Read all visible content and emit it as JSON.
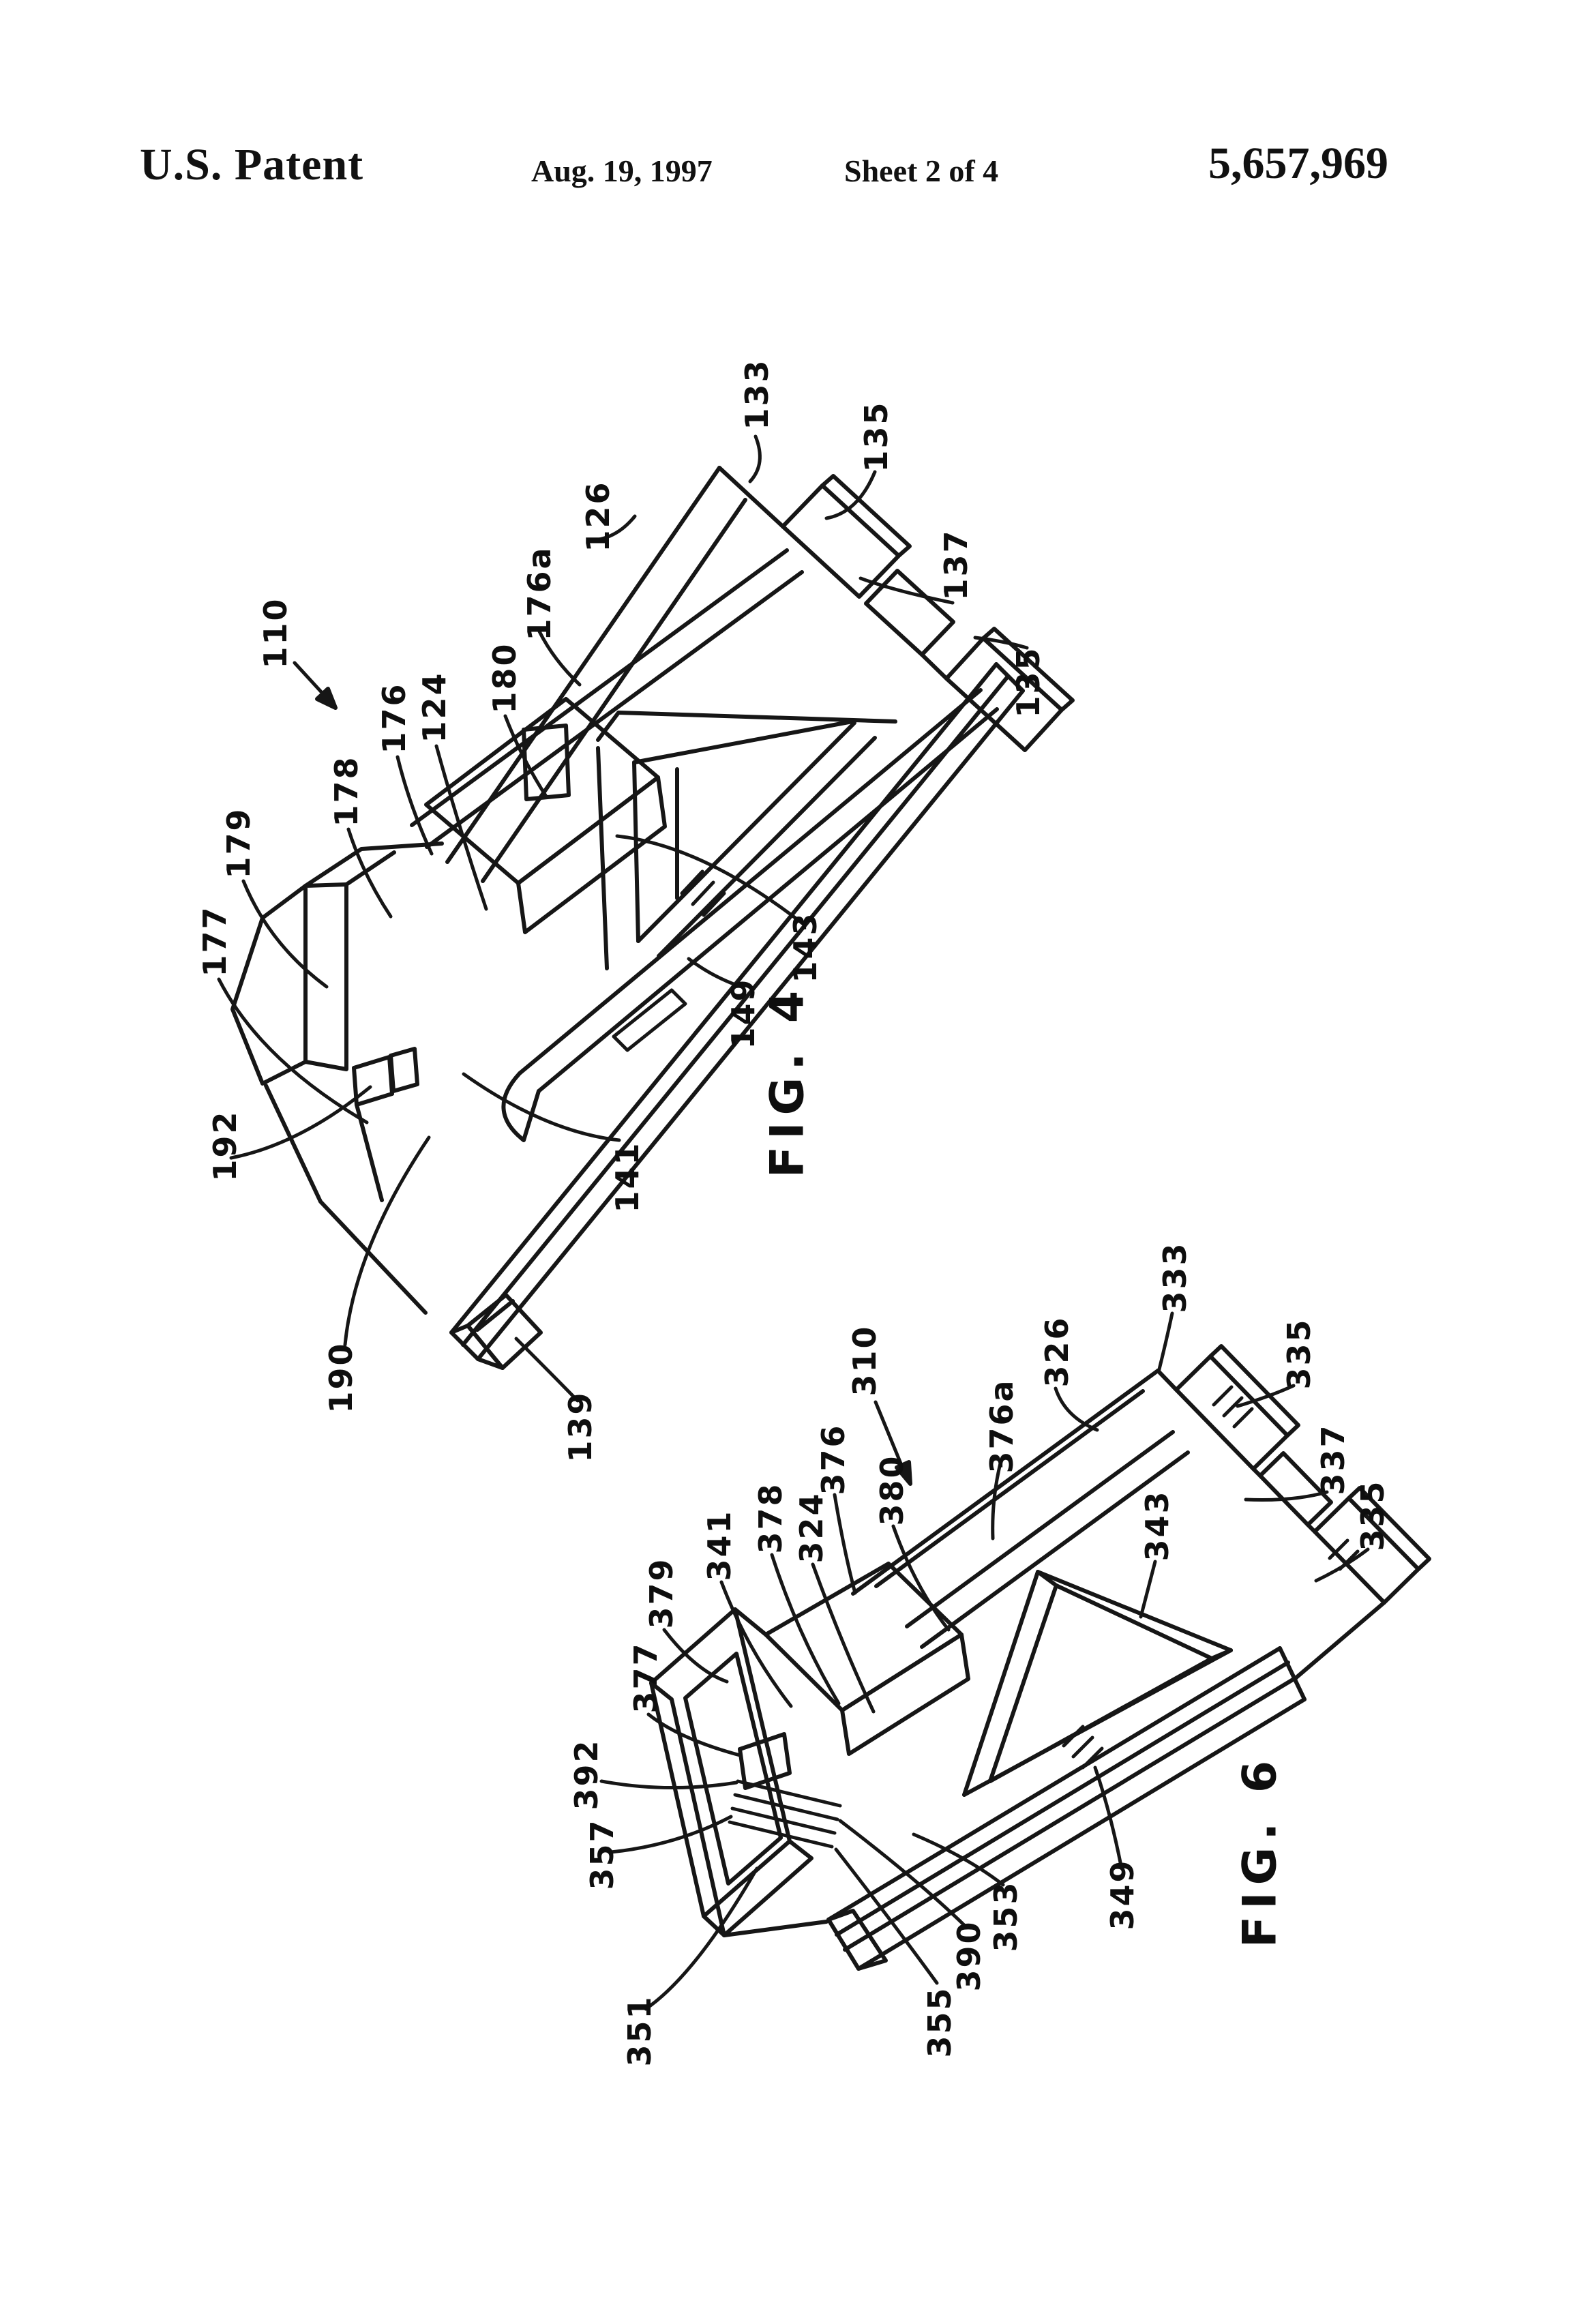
{
  "header": {
    "title": "U.S. Patent",
    "date": "Aug. 19, 1997",
    "sheet": "Sheet 2 of 4",
    "patent_number": "5,657,969"
  },
  "figures": [
    {
      "caption": "FIG. 4",
      "assembly_ref": "110",
      "refs": [
        "110",
        "126",
        "133",
        "135",
        "137",
        "135",
        "176a",
        "180",
        "176",
        "124",
        "178",
        "179",
        "177",
        "192",
        "190",
        "139",
        "141",
        "149",
        "143"
      ]
    },
    {
      "caption": "FIG. 6",
      "assembly_ref": "310",
      "refs": [
        "310",
        "326",
        "376a",
        "333",
        "335",
        "337",
        "335",
        "343",
        "376",
        "380",
        "324",
        "378",
        "341",
        "379",
        "377",
        "392",
        "357",
        "351",
        "355",
        "390",
        "353",
        "349"
      ]
    }
  ]
}
